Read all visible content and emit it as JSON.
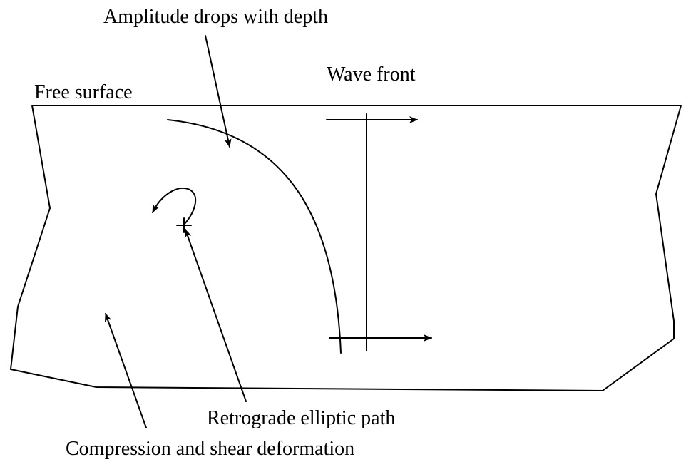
{
  "labels": {
    "amplitude": "Amplitude drops with depth",
    "wave_front": "Wave front",
    "free_surface": "Free surface",
    "retrograde": "Retrograde elliptic path",
    "compression": "Compression and shear deformation"
  },
  "colors": {
    "ink": "#000000",
    "background": "#ffffff"
  }
}
